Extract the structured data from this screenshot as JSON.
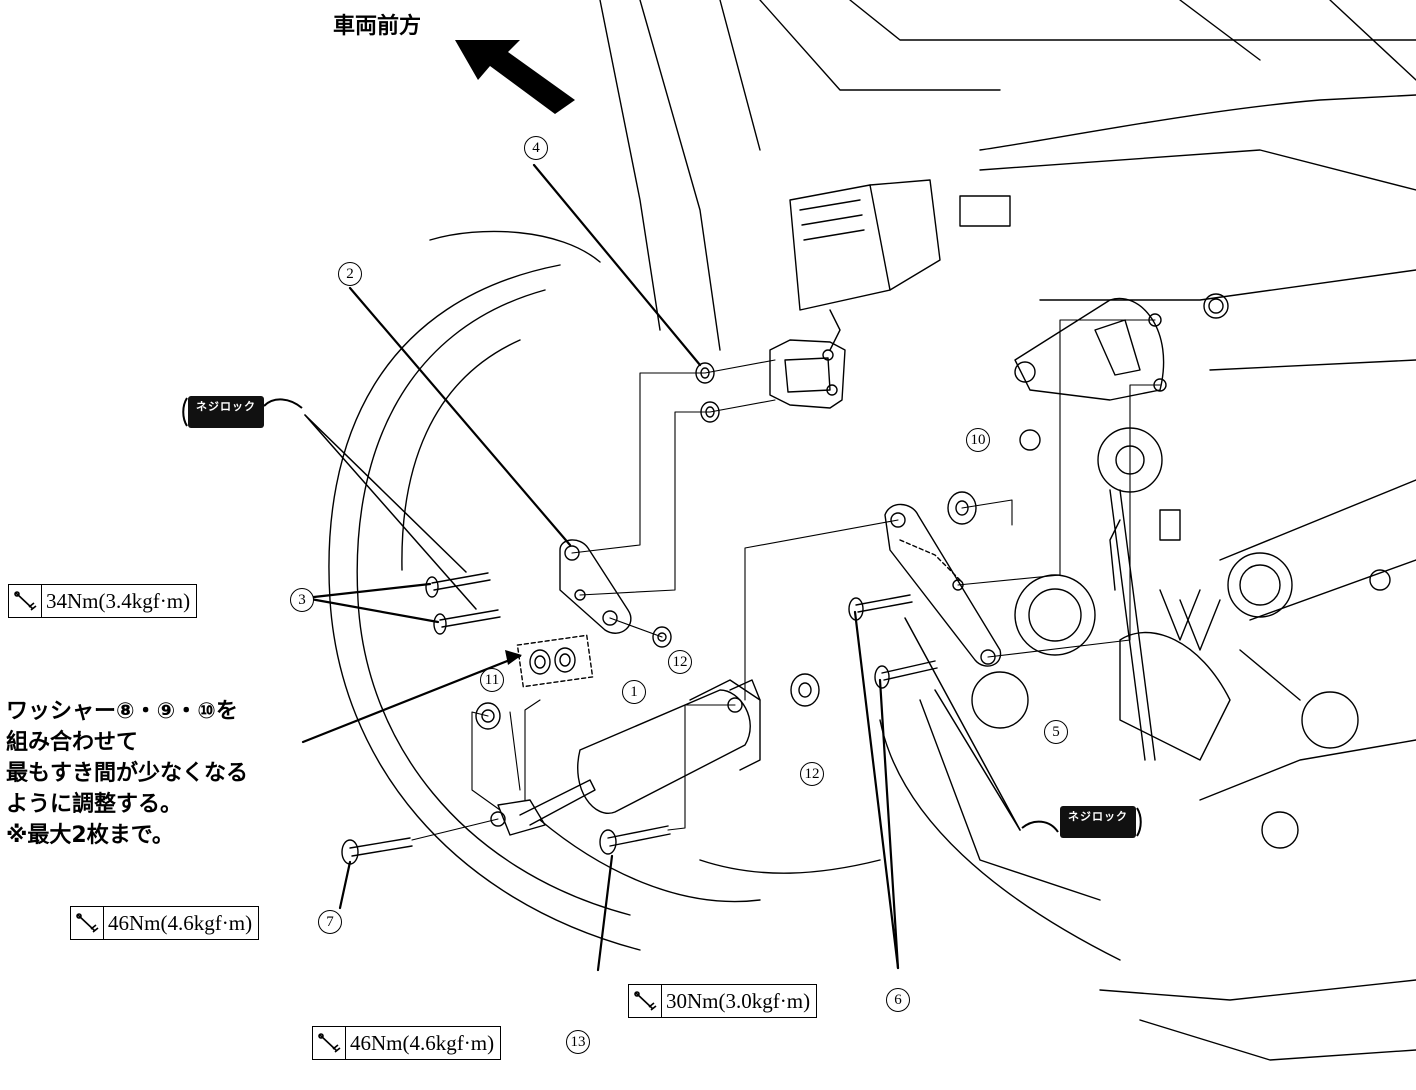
{
  "header": {
    "front_label": "車両前方"
  },
  "note": {
    "lines": [
      "ワッシャー⑧・⑨・⑩を",
      "組み合わせて",
      "最もすき間が少なくなる",
      "ように調整する。",
      "※最大2枚まで。"
    ]
  },
  "torques": {
    "t3": "34Nm(3.4kgf·m)",
    "t7": "46Nm(4.6kgf·m)",
    "t13": "46Nm(4.6kgf·m)",
    "t6": "30Nm(3.0kgf·m)"
  },
  "callouts": {
    "c1": "1",
    "c2": "2",
    "c3": "3",
    "c4": "4",
    "c5": "5",
    "c6": "6",
    "c7": "7",
    "c10": "10",
    "c11": "11",
    "c12a": "12",
    "c12b": "12",
    "c13": "13"
  },
  "threadlock": {
    "label": "ネジロック"
  },
  "icons": {
    "torque": "torque-wrench-icon",
    "arrow": "front-arrow-icon"
  }
}
